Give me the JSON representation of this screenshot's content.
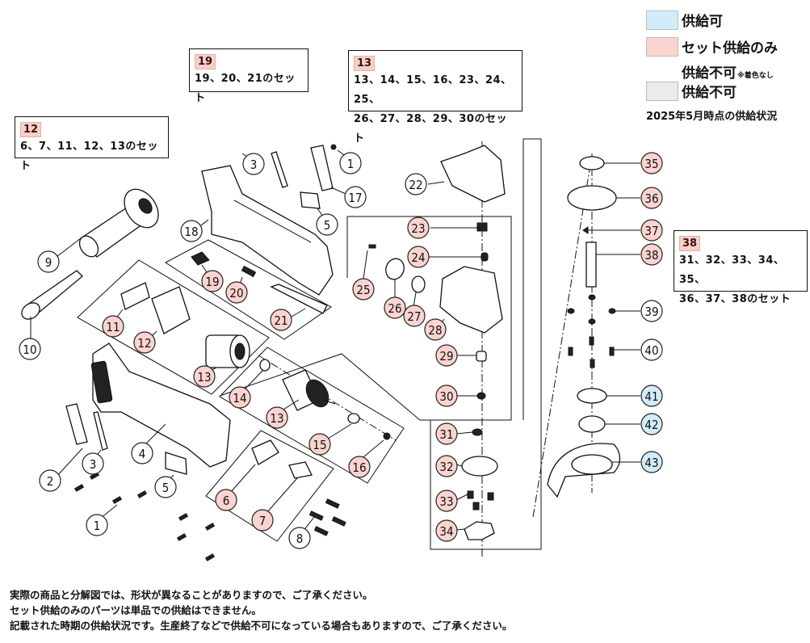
{
  "legend": {
    "items": [
      {
        "label": "供給可",
        "color": "#d4ecfa"
      },
      {
        "label": "セット供給のみ",
        "color": "#fbd4cf"
      },
      {
        "label": "供給不可",
        "note": "※着色なし",
        "color": null
      },
      {
        "label": "供給不可",
        "color": "#ebebeb"
      }
    ],
    "as_of": "2025年5月時点の供給状況"
  },
  "set_boxes": [
    {
      "id": "set-12",
      "badge": "12",
      "description": "6、7、11、12、13のセット"
    },
    {
      "id": "set-19",
      "badge": "19",
      "description": "19、20、21のセット"
    },
    {
      "id": "set-13",
      "badge": "13",
      "description": "13、14、15、16、23、24、25、\n26、27、28、29、30のセット"
    },
    {
      "id": "set-38",
      "badge": "38",
      "description": "31、32、33、34、35、\n36、37、38のセット"
    }
  ],
  "parts": [
    {
      "no": "1",
      "status": "unavailable"
    },
    {
      "no": "2",
      "status": "unavailable"
    },
    {
      "no": "3",
      "status": "unavailable"
    },
    {
      "no": "4",
      "status": "unavailable"
    },
    {
      "no": "5",
      "status": "unavailable"
    },
    {
      "no": "6",
      "status": "set-only"
    },
    {
      "no": "7",
      "status": "set-only"
    },
    {
      "no": "8",
      "status": "unavailable"
    },
    {
      "no": "9",
      "status": "unavailable"
    },
    {
      "no": "10",
      "status": "unavailable"
    },
    {
      "no": "11",
      "status": "set-only"
    },
    {
      "no": "12",
      "status": "set-only"
    },
    {
      "no": "13",
      "status": "set-only"
    },
    {
      "no": "14",
      "status": "set-only"
    },
    {
      "no": "15",
      "status": "set-only"
    },
    {
      "no": "16",
      "status": "set-only"
    },
    {
      "no": "17",
      "status": "unavailable"
    },
    {
      "no": "18",
      "status": "unavailable"
    },
    {
      "no": "19",
      "status": "set-only"
    },
    {
      "no": "20",
      "status": "set-only"
    },
    {
      "no": "21",
      "status": "set-only"
    },
    {
      "no": "22",
      "status": "unavailable"
    },
    {
      "no": "23",
      "status": "set-only"
    },
    {
      "no": "24",
      "status": "set-only"
    },
    {
      "no": "25",
      "status": "set-only"
    },
    {
      "no": "26",
      "status": "set-only"
    },
    {
      "no": "27",
      "status": "set-only"
    },
    {
      "no": "28",
      "status": "set-only"
    },
    {
      "no": "29",
      "status": "set-only"
    },
    {
      "no": "30",
      "status": "set-only"
    },
    {
      "no": "31",
      "status": "set-only"
    },
    {
      "no": "32",
      "status": "set-only"
    },
    {
      "no": "33",
      "status": "set-only"
    },
    {
      "no": "34",
      "status": "set-only"
    },
    {
      "no": "35",
      "status": "set-only"
    },
    {
      "no": "36",
      "status": "set-only"
    },
    {
      "no": "37",
      "status": "set-only"
    },
    {
      "no": "38",
      "status": "set-only"
    },
    {
      "no": "39",
      "status": "unavailable"
    },
    {
      "no": "40",
      "status": "unavailable"
    },
    {
      "no": "41",
      "status": "available"
    },
    {
      "no": "42",
      "status": "available"
    },
    {
      "no": "43",
      "status": "available"
    }
  ],
  "status_colors": {
    "available": "#d4ecfa",
    "set-only": "#fbd4cf",
    "unavailable": "#ffffff"
  },
  "notes": [
    "実際の商品と分解図では、形状が異なることがありますので、ご了承ください。",
    "セット供給のみのパーツは単品での供給はできません。",
    "記載された時期の供給状況です。生産終了などで供給不可になっている場合もありますので、ご了承ください。"
  ]
}
